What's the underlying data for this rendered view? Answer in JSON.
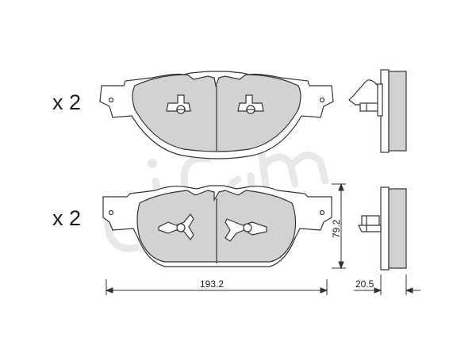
{
  "drawing": {
    "quantity_top": "x 2",
    "quantity_bottom": "x 2",
    "watermark": "cifam",
    "dimensions": {
      "width": "193.2",
      "height": "79.2",
      "thickness": "20.5"
    }
  },
  "colors": {
    "pad_fill": "#d2d2d2",
    "outline": "#333333",
    "watermark": "#e6e6e6",
    "background": "#ffffff"
  }
}
